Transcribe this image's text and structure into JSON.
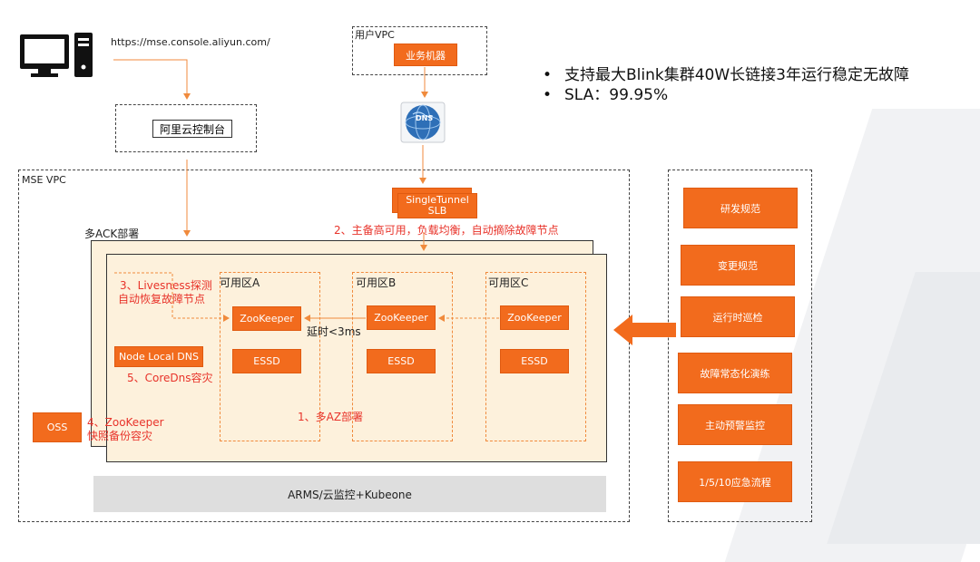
{
  "top": {
    "url": "https://mse.console.aliyun.com/",
    "console": "阿里云控制台",
    "user_vpc": "用户VPC",
    "biz_machine": "业务机器",
    "dns": "DNS"
  },
  "bullets": [
    "支持最大Blink集群40W长链接3年运行稳定无故障",
    "SLA：99.95%"
  ],
  "mse": {
    "title": "MSE VPC",
    "slb_name": "SingleTunnel",
    "slb_sub": "SLB",
    "ack": "多ACK部署",
    "zones": [
      {
        "title": "可用区A",
        "zk": "ZooKeeper",
        "essd": "ESSD"
      },
      {
        "title": "可用区B",
        "zk": "ZooKeeper",
        "essd": "ESSD"
      },
      {
        "title": "可用区C",
        "zk": "ZooKeeper",
        "essd": "ESSD"
      }
    ],
    "latency": "延时<3ms",
    "node_dns": "Node Local DNS",
    "oss": "OSS",
    "monitor": "ARMS/云监控+Kubeone",
    "notes": {
      "n1": "1、多AZ部署",
      "n2": "2、主备高可用，负载均衡，自动摘除故障节点",
      "n3a": "3、Livesness探测",
      "n3b": "自动恢复故障节点",
      "n4a": "4、ZooKeeper",
      "n4b": "快照备份容灾",
      "n5": "5、CoreDns容灾"
    }
  },
  "process": [
    "研发规范",
    "变更规范",
    "运行时巡检",
    "故障常态化演练",
    "主动预警监控",
    "1/5/10应急流程"
  ],
  "colors": {
    "orange": "#f26b1d",
    "red": "#e8332a",
    "pale": "#fdf1dc"
  }
}
